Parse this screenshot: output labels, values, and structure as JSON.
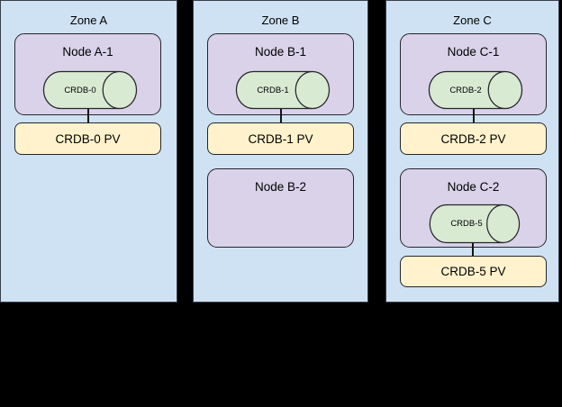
{
  "diagram": {
    "description": "CockroachDB pods, nodes and persistent volumes across three availability zones",
    "colors": {
      "background": "#000000",
      "zone_fill": "#cfe2f3",
      "node_fill": "#d9d2e9",
      "db_fill": "#d9ead3",
      "pv_fill": "#fff2cc",
      "border": "#26262b"
    }
  },
  "zones": [
    {
      "label": "Zone A",
      "nodes": [
        {
          "label": "Node A-1",
          "db_label": "CRDB-0",
          "pv_label": "CRDB-0 PV"
        }
      ]
    },
    {
      "label": "Zone B",
      "nodes": [
        {
          "label": "Node B-1",
          "db_label": "CRDB-1",
          "pv_label": "CRDB-1 PV"
        },
        {
          "label": "Node B-2"
        }
      ]
    },
    {
      "label": "Zone C",
      "nodes": [
        {
          "label": "Node C-1",
          "db_label": "CRDB-2",
          "pv_label": "CRDB-2 PV"
        },
        {
          "label": "Node C-2",
          "db_label": "CRDB-5",
          "pv_label": "CRDB-5 PV"
        }
      ]
    }
  ]
}
